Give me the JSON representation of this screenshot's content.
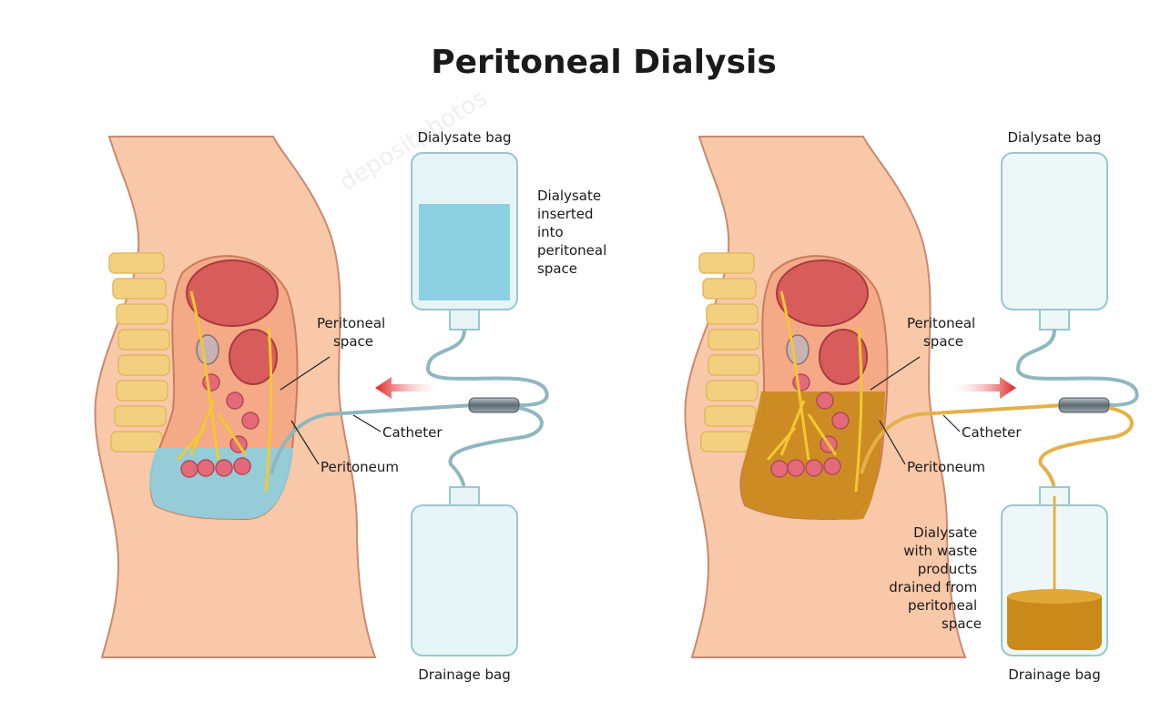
{
  "title": "Peritoneal Dialysis",
  "watermark": "depositphotos",
  "colors": {
    "skin": "#f8c8a8",
    "skin_outline": "#c98a70",
    "spine": "#f3d080",
    "organ_red": "#d95c5c",
    "organ_pink": "#e46a7a",
    "nerve_yellow": "#f2c832",
    "dialysate_blue": "#8ccfe0",
    "waste_gold": "#c98a1a",
    "bag_glass": "#e6f4f6",
    "tube": "#8fb7bf",
    "tube_waste": "#e5b04a",
    "arrow_red": "#e02020"
  },
  "panels": [
    {
      "id": "filling",
      "dialysate_bag_label": "Dialysate bag",
      "dialysate_note": [
        "Dialysate",
        "inserted",
        "into",
        "peritoneal",
        "space"
      ],
      "peritoneal_space_label": [
        "Peritoneal",
        "space"
      ],
      "catheter_label": "Catheter",
      "peritoneum_label": "Peritoneum",
      "drainage_bag_label": "Drainage bag",
      "flow_direction": "into body"
    },
    {
      "id": "draining",
      "dialysate_bag_label": "Dialysate bag",
      "peritoneal_space_label": [
        "Peritoneal",
        "space"
      ],
      "catheter_label": "Catheter",
      "peritoneum_label": "Peritoneum",
      "waste_note": [
        "Dialysate",
        "with waste",
        "products",
        "drained from",
        "peritoneal",
        "space"
      ],
      "drainage_bag_label": "Drainage bag",
      "flow_direction": "out of body"
    }
  ]
}
